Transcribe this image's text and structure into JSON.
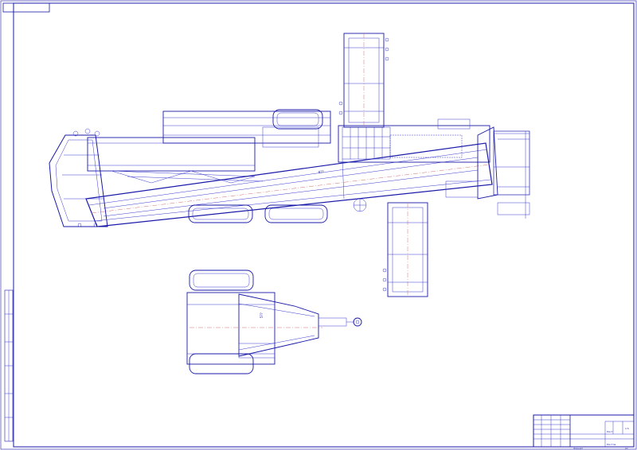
{
  "sheet": {
    "line_color": "#1a1aa8",
    "axis_color": "#d07070",
    "background": "#ffffff"
  },
  "dimensions": {
    "main_length": "8??",
    "trailer_length": "5??"
  },
  "title_block": {
    "sheet_label": "Лист",
    "scale": "1:5",
    "sheets_label": "Листов",
    "footer_left": "Формат",
    "footer_right": "А1"
  }
}
